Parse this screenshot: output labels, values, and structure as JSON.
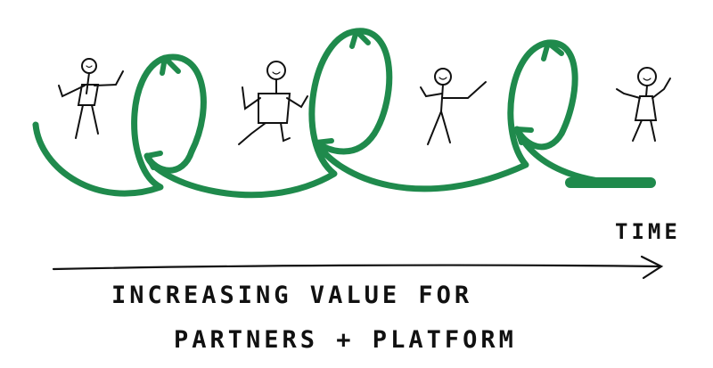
{
  "diagram": {
    "axis_label": "TIME",
    "caption_line1": "INCREASING VALUE FOR",
    "caption_line2": "PARTNERS + PLATFORM",
    "loop_color": "#1f8a4c",
    "ink_color": "#111111",
    "figures": [
      "stick-figure-1",
      "stick-figure-2",
      "stick-figure-3",
      "stick-figure-4"
    ]
  }
}
